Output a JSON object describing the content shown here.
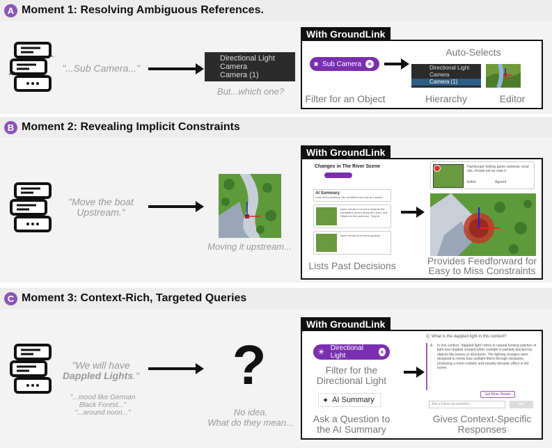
{
  "sections": [
    {
      "letter": "A",
      "title": "Moment 1: Resolving Ambiguous References.",
      "quote": "\"...Sub Camera...\"",
      "hierarchy_items": [
        "Directional Light",
        "Camera",
        "Camera (1)"
      ],
      "problem_caption": "But...which one?",
      "groundlink_label": "With GroundLink",
      "pill_label": "Sub Camera",
      "auto_selects": "Auto-Selects",
      "mini_hierarchy": [
        "Directional Light",
        "Camera",
        "Camera (1)"
      ],
      "captions": [
        "Filter for an Object",
        "Hierarchy",
        "Editor"
      ]
    },
    {
      "letter": "B",
      "title": "Moment 2: Revealing Implicit Constraints",
      "quote_line1": "\"Move the boat",
      "quote_line2": "Upstream.\"",
      "problem_caption": "Moving it upstream...",
      "groundlink_label": "With GroundLink",
      "panel_title": "Changes in The River Scene",
      "ai_summary_label": "AI Summary",
      "ai_summary_text": "Look at the sections, the workflow now look at a scene, players have been experiencing the objectives",
      "decision1": "Ideal: needs to be done towards the mountains (rivers along the river), and Helpful to the audience. They're...",
      "decision2": "Ideal: needs to be more upslope",
      "feedback_text": "Hamburger folding game cameras. local site, should not be near it",
      "feedback_meta_editor": "Editor",
      "feedback_meta_agreed": "Agreed",
      "captions": [
        "Lists Past Decisions",
        "Provides Feedforward for",
        "Easy to Miss Constraints"
      ]
    },
    {
      "letter": "C",
      "title": "Moment 3: Context-Rich, Targeted Queries",
      "quote_line1": "\"We will have",
      "quote_bold": "Dappled Lights",
      "quote_end": ".\"",
      "sub_quote1": "\"...mood like German",
      "sub_quote2": "Black Forest...\"",
      "sub_quote3": "\"...around noon...\"",
      "question_mark": "?",
      "problem_caption1": "No idea.",
      "problem_caption2": "What do they mean...",
      "groundlink_label": "With GroundLink",
      "pill_label": "Directional Light",
      "filter_caption1": "Filter for the",
      "filter_caption2": "Directional Light",
      "ai_button": "AI Summary",
      "ask_caption1": "Ask a Question to",
      "ask_caption2": "the AI Summary",
      "qa_question": "Q: What is the dappled light in this context?",
      "qa_answer_prefix": "A:",
      "qa_answer": "In this context, 'dappled light' refers to natural-looking patches of light and shadow created when sunlight is partially blocked by objects like leaves or structures. The lighting changes were designed to mimic how sunlight filters through obstacles, producing a more realistic and visually dynamic effect in the scene.",
      "more_details": "Get More Details",
      "ask_placeholder": "Ask a follow-up question...",
      "ask_button": "Ask",
      "responses_caption1": "Gives Context-Specific",
      "responses_caption2": "Responses"
    }
  ],
  "colors": {
    "accent": "#7a2fb0",
    "badge": "#8a55b6",
    "selected_row": "#2c5d87"
  }
}
